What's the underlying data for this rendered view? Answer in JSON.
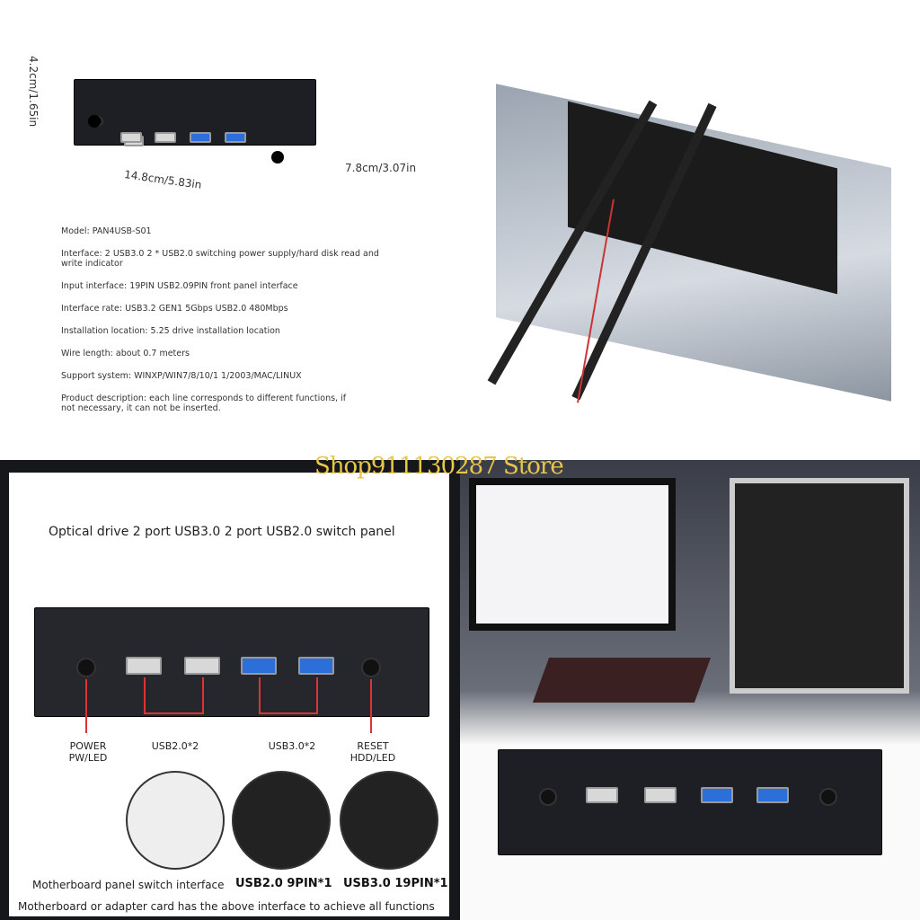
{
  "dimensions": {
    "height": "4.2cm/1.65in",
    "width": "14.8cm/5.83in",
    "depth": "7.8cm/3.07in"
  },
  "specs": [
    "Model: PAN4USB-S01",
    "Interface: 2 USB3.0 2 * USB2.0 switching power supply/hard disk read and write indicator",
    "Input interface: 19PIN USB2.09PIN front panel interface",
    "Interface rate: USB3.2 GEN1 5Gbps USB2.0 480Mbps",
    "Installation location: 5.25 drive installation location",
    "Wire length: about 0.7 meters",
    "Support system: WINXP/WIN7/8/10/1 1/2003/MAC/LINUX",
    "Product description: each line corresponds to different functions, if not necessary, it can not be inserted."
  ],
  "watermark": "Shop911130287 Store",
  "infographic": {
    "title": "Optical drive 2 port USB3.0 2 port USB2.0 switch panel",
    "power_label": "POWER\nPW/LED",
    "usb2_label": "USB2.0*2",
    "usb3_label": "USB3.0*2",
    "reset_label": "RESET\nHDD/LED",
    "cap1": "Motherboard panel switch interface",
    "cap2": "USB2.0 9PIN*1",
    "cap3": "USB3.0 19PIN*1",
    "footer": "Motherboard or adapter card has the above interface to achieve all functions"
  },
  "colors": {
    "usb3": "#2c6fd8",
    "watermark": "#e8c64a",
    "callout": "#d33333"
  }
}
